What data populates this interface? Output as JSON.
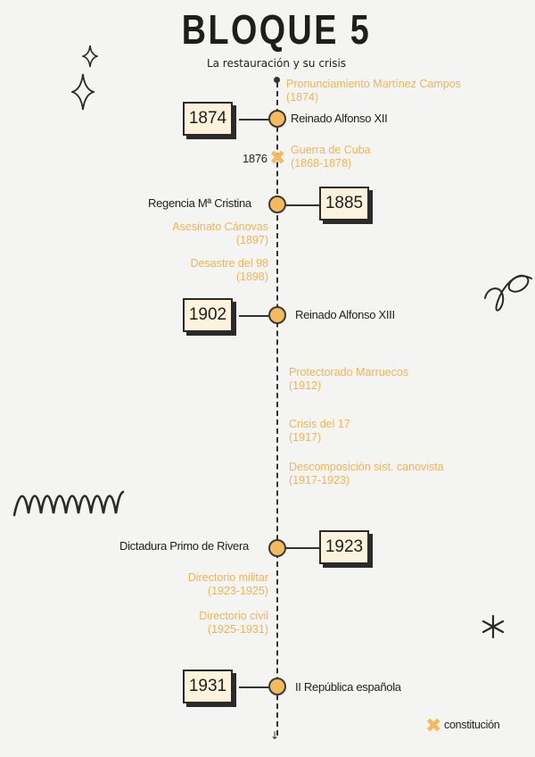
{
  "header": {
    "title": "BLOQUE 5",
    "subtitle": "La restauración y su crisis"
  },
  "legend": {
    "label": "constitución",
    "icon": "cross-mark-icon"
  },
  "colors": {
    "accent": "#f6b95c",
    "event_text": "#f3b456",
    "box_fill": "#fdf2dc",
    "ink": "#2a2a2a",
    "background": "#f4f4f2"
  },
  "milestones": [
    {
      "year": "1874",
      "label": "Reinado Alfonso XII"
    },
    {
      "year": "1885",
      "label": "Regencia Mª Cristina"
    },
    {
      "year": "1902",
      "label": "Reinado Alfonso XIII"
    },
    {
      "year": "1923",
      "label": "Dictadura Primo de Rivera"
    },
    {
      "year": "1931",
      "label": "II República española"
    }
  ],
  "constitution_marker": {
    "year": "1876"
  },
  "events": [
    {
      "name": "Pronunciamiento Martínez Campos",
      "date": "(1874)"
    },
    {
      "name": "Guerra de Cuba",
      "date": "(1868-1878)"
    },
    {
      "name": "Asesinato Cánovas",
      "date": "(1897)"
    },
    {
      "name": "Desastre del 98",
      "date": "(1898)"
    },
    {
      "name": "Protectorado Marruecos",
      "date": "(1912)"
    },
    {
      "name": "Crisis del 17",
      "date": "(1917)"
    },
    {
      "name": "Descomposición sist. canovista",
      "date": "(1917-1923)"
    },
    {
      "name": "Directorio militar",
      "date": "(1923-1925)"
    },
    {
      "name": "Directorio civil",
      "date": "(1925-1931)"
    }
  ]
}
